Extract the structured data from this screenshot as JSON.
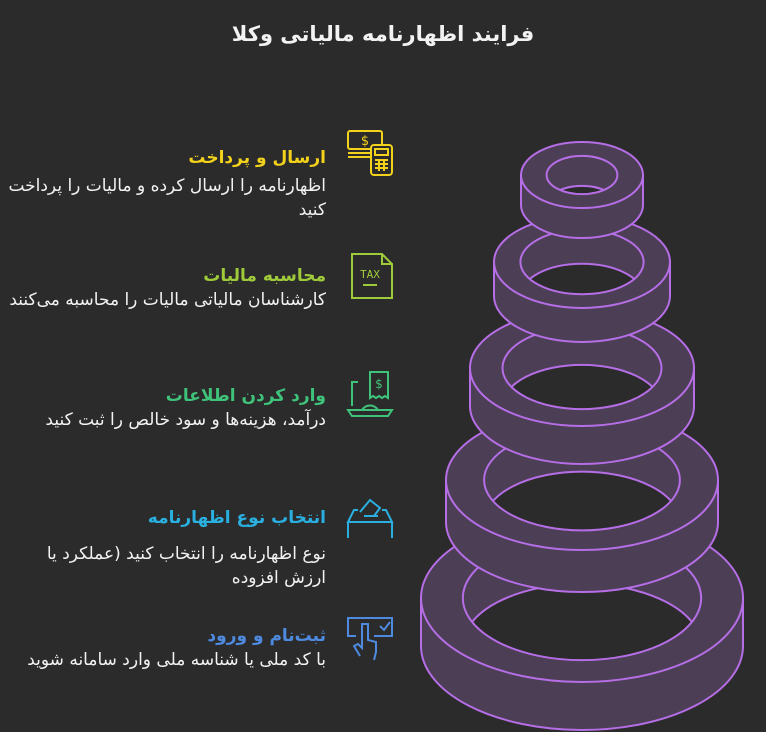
{
  "title": "فرایند اظهارنامه مالیاتی وکلا",
  "steps": [
    {
      "heading": "ارسال و پرداخت",
      "text": "اظهارنامه را ارسال کرده و مالیات را پرداخت کنید",
      "color": "#f2d21b",
      "icon": "money-calculator-icon"
    },
    {
      "heading": "محاسبه مالیات",
      "text": "کارشناسان مالیاتی مالیات را محاسبه می‌کنند",
      "color": "#9fcb3a",
      "icon": "tax-document-icon"
    },
    {
      "heading": "وارد کردن اطلاعات",
      "text": "درآمد، هزینه‌ها و سود خالص را ثبت کنید",
      "color": "#3fc27a",
      "icon": "laptop-receipt-icon"
    },
    {
      "heading": "انتخاب نوع اظهارنامه",
      "text": "نوع اظهارنامه را انتخاب کنید (عملکرد یا ارزش افزوده",
      "color": "#2ab0e0",
      "icon": "ballot-box-icon"
    },
    {
      "heading": "ثبت‌نام و ورود",
      "text": "با کد ملی یا شناسه ملی وارد سامانه شوید",
      "color": "#4d8ae0",
      "icon": "hand-touch-check-icon"
    }
  ],
  "colors": {
    "ring_stroke": "#b66ee6",
    "ring_fill": "#4b3e55",
    "background": "#2b2b2b"
  }
}
